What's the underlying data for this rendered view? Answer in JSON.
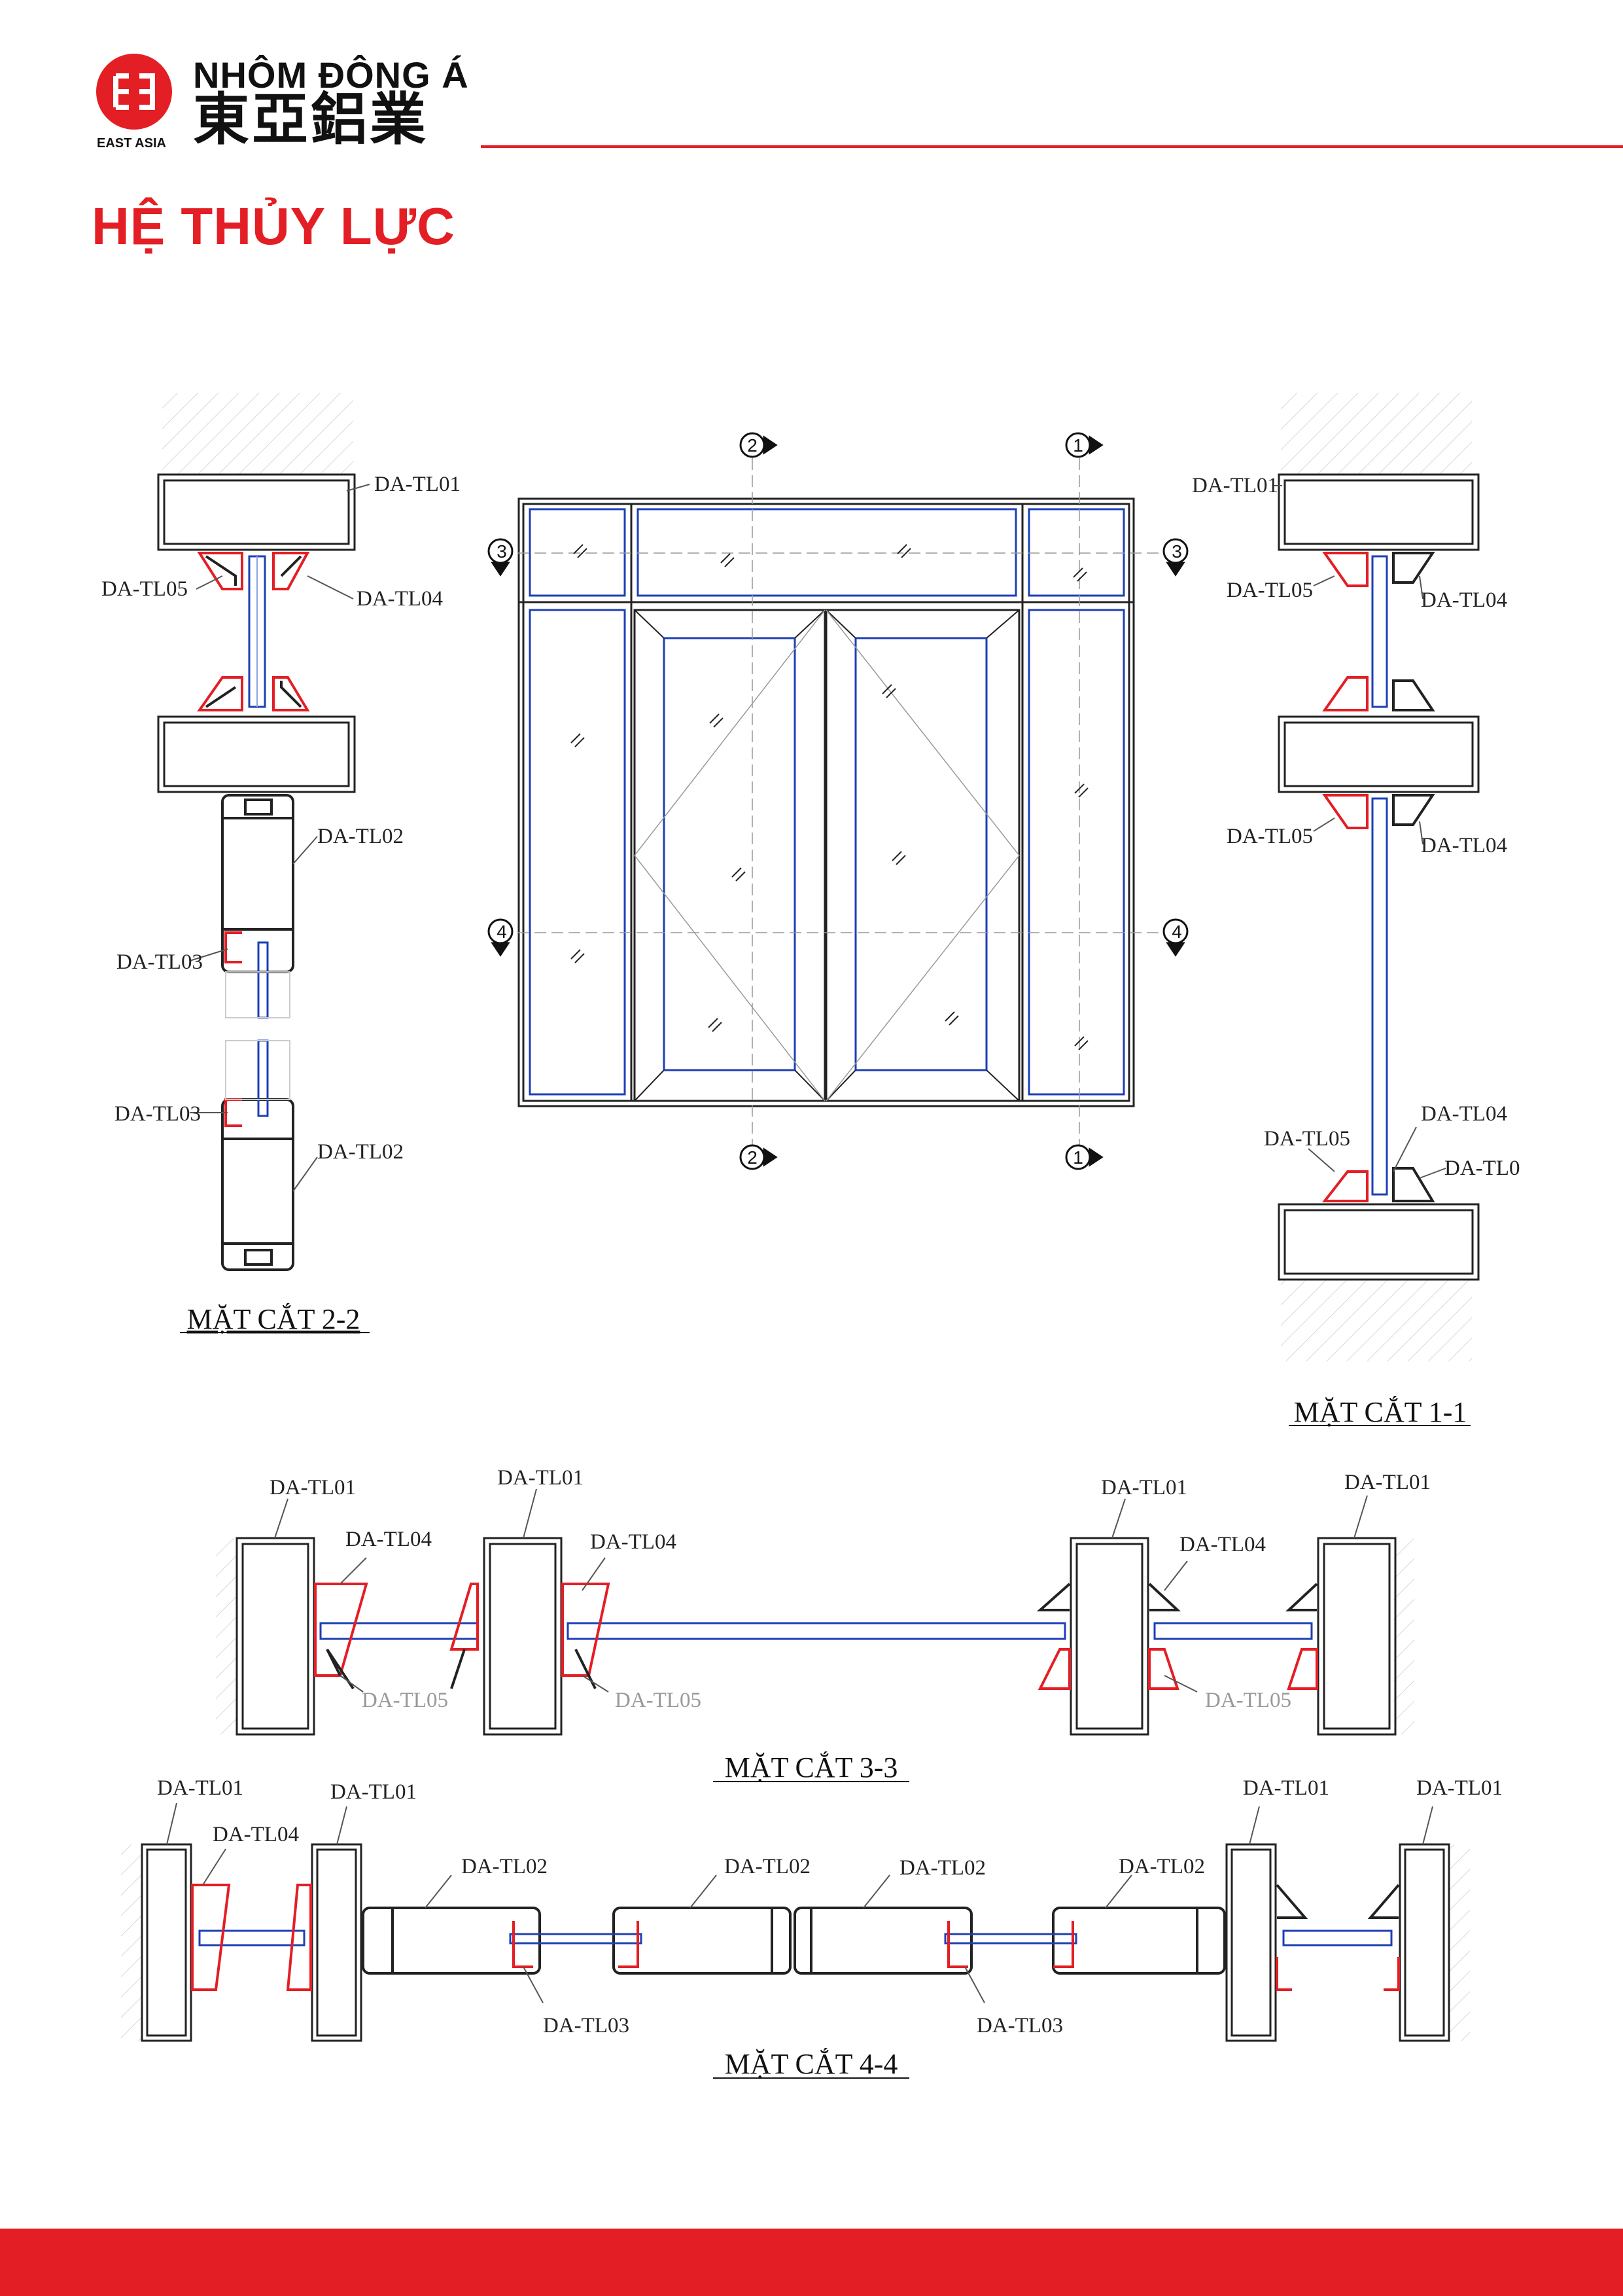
{
  "header": {
    "brand_vn": "NHÔM ĐÔNG Á",
    "brand_cn": "東亞鋁業",
    "brand_en": "EAST ASIA",
    "accent_color": "#e31e24"
  },
  "title": "HỆ THỦY LỰC",
  "section_markers": {
    "m1": "1",
    "m2": "2",
    "m3": "3",
    "m4": "4"
  },
  "labels": {
    "tl01": "DA-TL01",
    "tl02": "DA-TL02",
    "tl03": "DA-TL03",
    "tl04": "DA-TL04",
    "tl05": "DA-TL05",
    "tl0_partial": "DA-TL0"
  },
  "captions": {
    "s11": "MẶT CẮT 1-1",
    "s22": "MẶT CẮT 2-2",
    "s33": "MẶT CẮT 3-3",
    "s44": "MẶT CẮT 4-4"
  }
}
